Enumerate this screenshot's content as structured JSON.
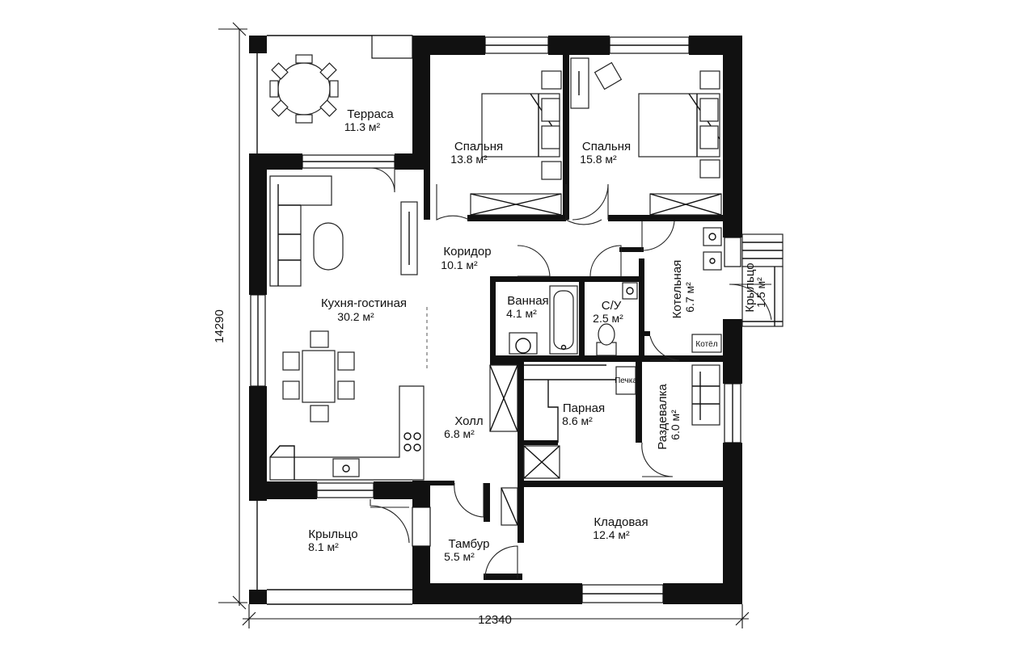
{
  "dimensions": {
    "width": "12340",
    "height": "14290"
  },
  "rooms": {
    "terrace": {
      "name": "Терраса",
      "area": "11.3 м²"
    },
    "bedroom1": {
      "name": "Спальня",
      "area": "13.8 м²"
    },
    "bedroom2": {
      "name": "Спальня",
      "area": "15.8 м²"
    },
    "corridor": {
      "name": "Коридор",
      "area": "10.1 м²"
    },
    "kitchen": {
      "name": "Кухня-гостиная",
      "area": "30.2 м²"
    },
    "bathroom": {
      "name": "Ванная",
      "area": "4.1 м²"
    },
    "wc": {
      "name": "С/У",
      "area": "2.5 м²"
    },
    "boiler_room": {
      "name": "Котельная",
      "area": "6.7 м²"
    },
    "porch_side": {
      "name": "Крыльцо",
      "area": "1.5 м²"
    },
    "steam_room": {
      "name": "Парная",
      "area": "8.6 м²"
    },
    "dressing": {
      "name": "Раздевалка",
      "area": "6.0 м²"
    },
    "hall": {
      "name": "Холл",
      "area": "6.8 м²"
    },
    "porch_front": {
      "name": "Крыльцо",
      "area": "8.1 м²"
    },
    "vestibule": {
      "name": "Тамбур",
      "area": "5.5 м²"
    },
    "storage": {
      "name": "Кладовая",
      "area": "12.4 м²"
    }
  },
  "equipment": {
    "stove": "Печка",
    "boiler": "Котёл"
  },
  "icons": [
    "dining-table-icon",
    "sofa-icon",
    "bed-icon",
    "bathtub-icon",
    "toilet-icon",
    "sink-icon",
    "shower-icon",
    "stove-icon",
    "door-icon",
    "window-icon"
  ]
}
